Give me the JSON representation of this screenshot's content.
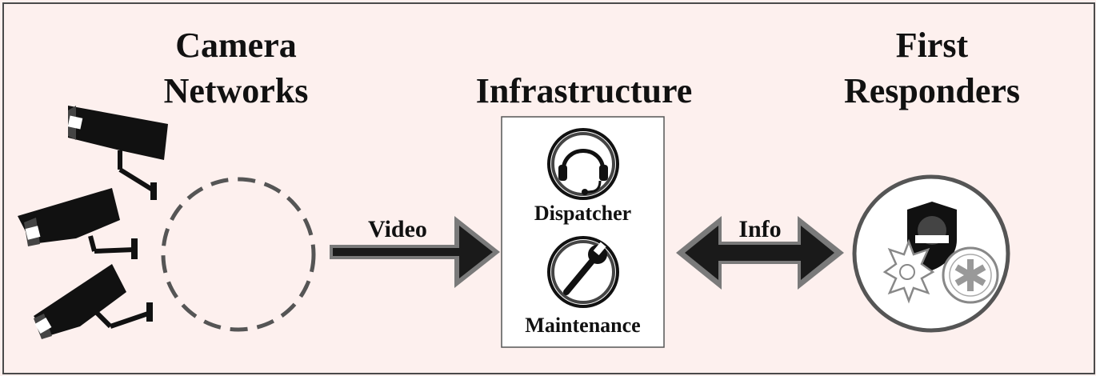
{
  "camera_networks": {
    "title_line1": "Camera",
    "title_line2": "Networks"
  },
  "infrastructure": {
    "title": "Infrastructure",
    "dispatcher_label": "Dispatcher",
    "maintenance_label": "Maintenance"
  },
  "first_responders": {
    "title_line1": "First",
    "title_line2": "Responders"
  },
  "links": {
    "video_label": "Video",
    "info_label": "Info"
  },
  "badges": {
    "police": "POLICE",
    "fire": "FIRE DEPT",
    "ems": "EMERGENCY MEDICAL SERVICES"
  },
  "colors": {
    "background": "#fdf0ee",
    "ink": "#111111",
    "arrow_fill": "#1a1a1a",
    "arrow_outline": "#7a7a7a"
  }
}
